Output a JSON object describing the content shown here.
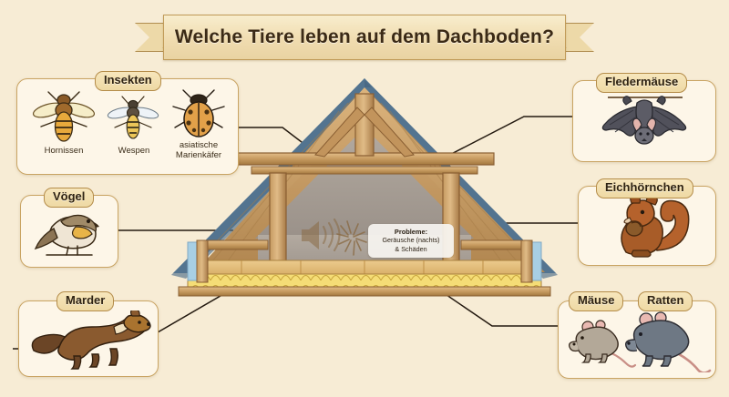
{
  "title": {
    "text": "Welche Tiere leben auf dem Dachboden?"
  },
  "background_color": "#f7ecd5",
  "panels": {
    "insects": {
      "label": "Insekten",
      "items": [
        {
          "name": "hornet-figure",
          "caption": "Hornissen"
        },
        {
          "name": "wasp-figure",
          "caption": "Wespen"
        },
        {
          "name": "ladybug-figure",
          "caption_line1": "asiatische",
          "caption_line2": "Marienkäfer"
        }
      ]
    },
    "birds": {
      "label": "Vögel",
      "figure": "bird-figure"
    },
    "marten": {
      "label": "Marder",
      "figure": "marten-figure"
    },
    "bats": {
      "label": "Fledermäuse",
      "figure": "bat-figure"
    },
    "squirrel": {
      "label": "Eichhörnchen",
      "figure": "squirrel-figure"
    },
    "rodents": {
      "label_mice": "Mäuse",
      "label_rats": "Ratten",
      "figure_mouse": "mouse-figure",
      "figure_rat": "rat-figure"
    }
  },
  "center": {
    "problem_heading": "Probleme:",
    "problem_line1": "Geräusche (nachts)",
    "problem_line2": "& Schäden",
    "icons": [
      "speaker-noise-icon",
      "crack-damage-icon"
    ]
  },
  "colors": {
    "background": "#f7ecd5",
    "ribbon_fill": "#f0dcb0",
    "ribbon_border": "#c09a57",
    "card_fill": "#fdf6e8",
    "card_border": "#c9a463",
    "pill_fill": "#eed9a4",
    "roof_shingle": "#5d7f9c",
    "wood_light": "#d3a96e",
    "wood_mid": "#b88650",
    "wood_dark": "#8a5f33",
    "insulation": "#f2d86a",
    "attic_wall": "#a39b92",
    "window_blue": "#a8cfe4",
    "connector": "#241a10"
  }
}
